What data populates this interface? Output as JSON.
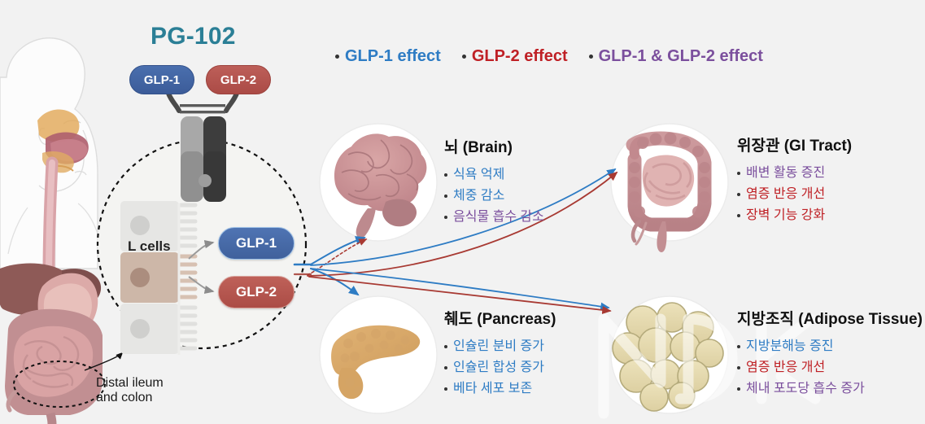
{
  "drug": {
    "name": "PG-102",
    "molecule": {
      "arm_left_label": "GLP-1",
      "arm_right_label": "GLP-2"
    }
  },
  "legend": {
    "items": [
      {
        "label": "GLP-1 effect",
        "color": "#2e7cc4"
      },
      {
        "label": "GLP-2 effect",
        "color": "#bf2025"
      },
      {
        "label": "GLP-1 & GLP-2 effect",
        "color": "#7b4f9d"
      }
    ]
  },
  "source_site": {
    "cell_label": "L cells",
    "secreted": [
      {
        "label": "GLP-1",
        "color": "#40619c"
      },
      {
        "label": "GLP-2",
        "color": "#ab4c46"
      }
    ],
    "annotation": {
      "line1": "Distal ileum",
      "line2": "and colon"
    }
  },
  "colors": {
    "glp1_blue": "#2e7cc4",
    "glp2_red": "#bf2025",
    "both_purple": "#7b4f9d",
    "title_teal": "#2b7f96",
    "background": "#f2f2f2"
  },
  "organs": [
    {
      "id": "brain",
      "title": "뇌 (Brain)",
      "icon": "brain-illustration",
      "effects": [
        {
          "text": "식욕 억제",
          "effect_type": "GLP-1",
          "color": "#2e7cc4"
        },
        {
          "text": "체중 감소",
          "effect_type": "GLP-1",
          "color": "#2e7cc4"
        },
        {
          "text": "음식물 흡수 감소",
          "effect_type": "GLP-1 & GLP-2",
          "color": "#7b4f9d"
        }
      ]
    },
    {
      "id": "gi_tract",
      "title": "위장관 (GI Tract)",
      "icon": "intestines-illustration",
      "effects": [
        {
          "text": "배변 활동 증진",
          "effect_type": "GLP-1 & GLP-2",
          "color": "#7b4f9d"
        },
        {
          "text": "염증 반응 개선",
          "effect_type": "GLP-2",
          "color": "#bf2025"
        },
        {
          "text": "장벽 기능 강화",
          "effect_type": "GLP-2",
          "color": "#bf2025"
        }
      ]
    },
    {
      "id": "pancreas",
      "title": "췌도 (Pancreas)",
      "icon": "pancreas-illustration",
      "effects": [
        {
          "text": "인슐린 분비 증가",
          "effect_type": "GLP-1",
          "color": "#2e7cc4"
        },
        {
          "text": "인슐린 합성 증가",
          "effect_type": "GLP-1",
          "color": "#2e7cc4"
        },
        {
          "text": "베타 세포 보존",
          "effect_type": "GLP-1",
          "color": "#2e7cc4"
        }
      ]
    },
    {
      "id": "adipose",
      "title": "지방조직 (Adipose Tissue)",
      "icon": "adipocytes-illustration",
      "effects": [
        {
          "text": "지방분해능 증진",
          "effect_type": "GLP-1",
          "color": "#2e7cc4"
        },
        {
          "text": "염증 반응 개선",
          "effect_type": "GLP-2",
          "color": "#bf2025"
        },
        {
          "text": "체내 포도당 흡수 증가",
          "effect_type": "GLP-1 & GLP-2",
          "color": "#7b4f9d"
        }
      ]
    }
  ]
}
